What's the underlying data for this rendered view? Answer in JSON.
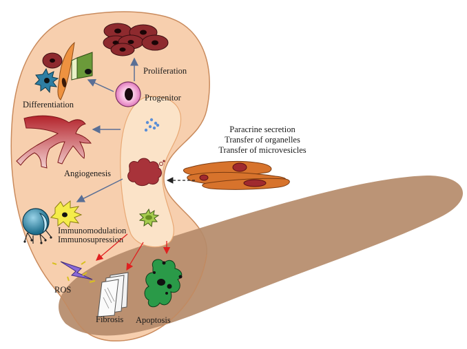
{
  "labels": {
    "proliferation": "Proliferation",
    "progenitor": "Progenitor",
    "differentiation": "Differentiation",
    "angiogenesis": "Angiogenesis",
    "immunomodulation": "Immunomodulation",
    "immunosupression": "Immunosupression",
    "ros": "ROS",
    "fibrosis": "Fibrosis",
    "apoptosis": "Apoptosis"
  },
  "mechanisms": [
    "Paracrine secretion",
    "Transfer of organelles",
    "Transfer of microvesicles"
  ],
  "colors": {
    "tissue": "#f7cfae",
    "tissue_outline": "#c98a5c",
    "inner_zone": "#fbe3c8",
    "shadow": "#b58b6a",
    "arrow_blue": "#5a6f95",
    "arrow_red": "#e02020",
    "red_cell": "#8e2a2e",
    "stem_cell": "#d7732c"
  }
}
